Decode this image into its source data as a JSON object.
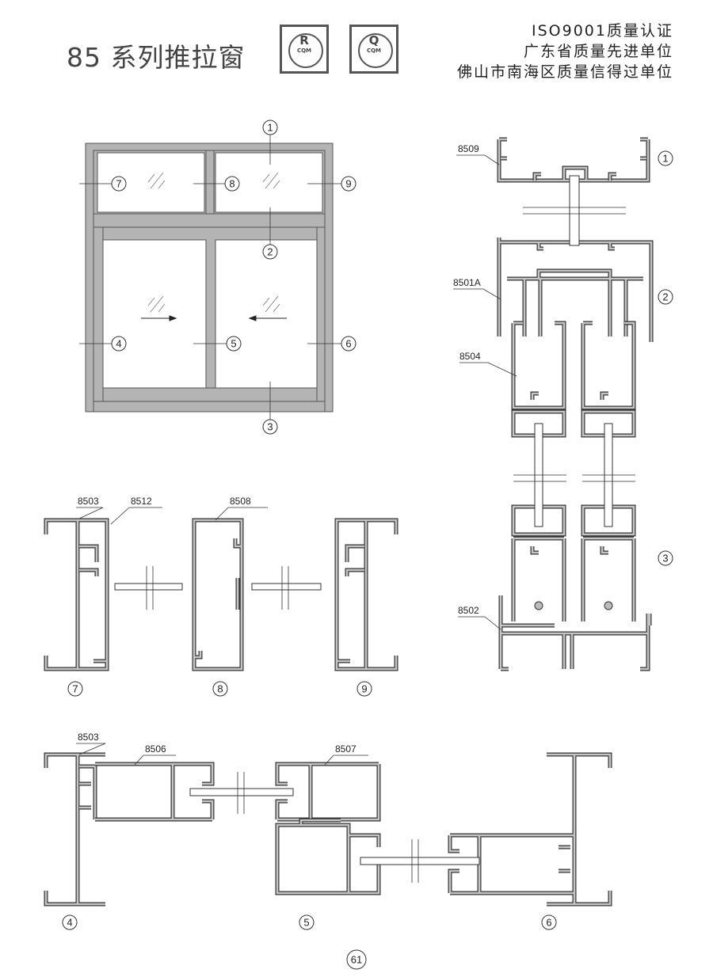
{
  "header": {
    "title": "85 系列推拉窗",
    "logos": [
      {
        "mark": "R",
        "text": "CQM"
      },
      {
        "mark": "Q",
        "text": "CQM"
      }
    ],
    "certifications": [
      "ISO9001质量认证",
      "广东省质量先进单位",
      "佛山市南海区质量信得过单位"
    ]
  },
  "elevation": {
    "callouts": [
      "1",
      "2",
      "3",
      "4",
      "5",
      "6",
      "7",
      "8",
      "9"
    ]
  },
  "section_right": {
    "codes": [
      "8509",
      "8501A",
      "8504",
      "8502"
    ],
    "callouts": [
      "1",
      "2",
      "3"
    ]
  },
  "section_middle": {
    "codes": [
      "8503",
      "8512",
      "8508"
    ],
    "callouts": [
      "7",
      "8",
      "9"
    ]
  },
  "section_bottom": {
    "codes": [
      "8503",
      "8506",
      "8507"
    ],
    "callouts": [
      "4",
      "5",
      "6"
    ]
  },
  "page_number": "61",
  "colors": {
    "frame": "#b4b4b4",
    "line": "#444444"
  }
}
